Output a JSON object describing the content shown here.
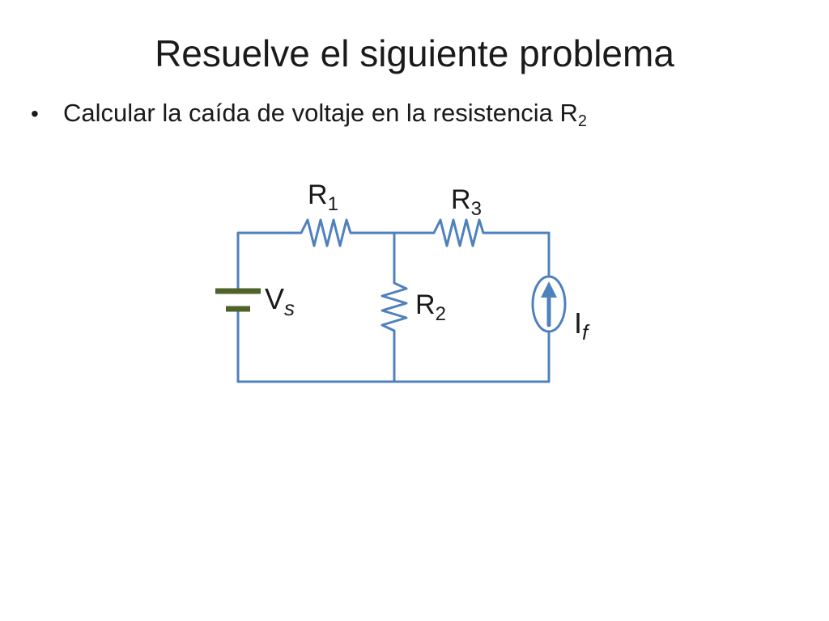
{
  "slide": {
    "title": "Resuelve el siguiente problema",
    "bullet": {
      "symbol": "•",
      "text": "Calcular la caída de voltaje en la resistencia R",
      "subscript": "2"
    }
  },
  "circuit": {
    "wire_color": "#4f81bd",
    "battery_color": "#4f6228",
    "labels": {
      "r1": {
        "main": "R",
        "sub": "1"
      },
      "r3": {
        "main": "R",
        "sub": "3"
      },
      "r2": {
        "main": "R",
        "sub": "2"
      },
      "vs": {
        "main": "V",
        "sub": "s"
      },
      "if": {
        "main": "I",
        "sub": "f"
      }
    }
  }
}
